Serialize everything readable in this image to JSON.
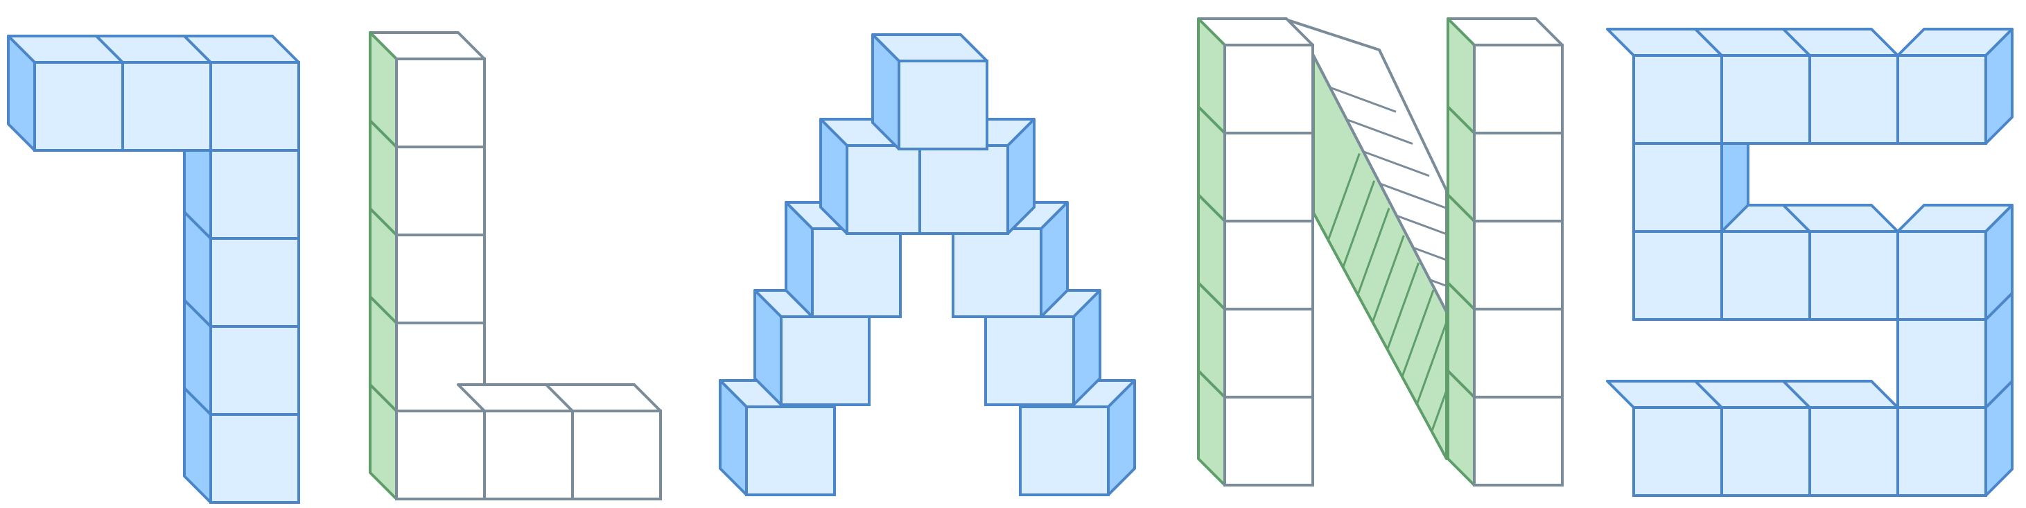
{
  "colors": {
    "background": "#ffffff",
    "blue_fill": "#dbeeff",
    "blue_side": "#99ccff",
    "blue_stroke": "#4a86c8",
    "green_side": "#bde3bf",
    "green_stroke": "#5f9e6a",
    "white_fill": "#ffffff",
    "gray_stroke": "#7a8b9a"
  },
  "letters": [
    {
      "glyph": "7",
      "style": "blue"
    },
    {
      "glyph": "L",
      "style": "white-green"
    },
    {
      "glyph": "A",
      "style": "blue"
    },
    {
      "glyph": "N",
      "style": "white-green"
    },
    {
      "glyph": "S",
      "style": "blue"
    }
  ]
}
